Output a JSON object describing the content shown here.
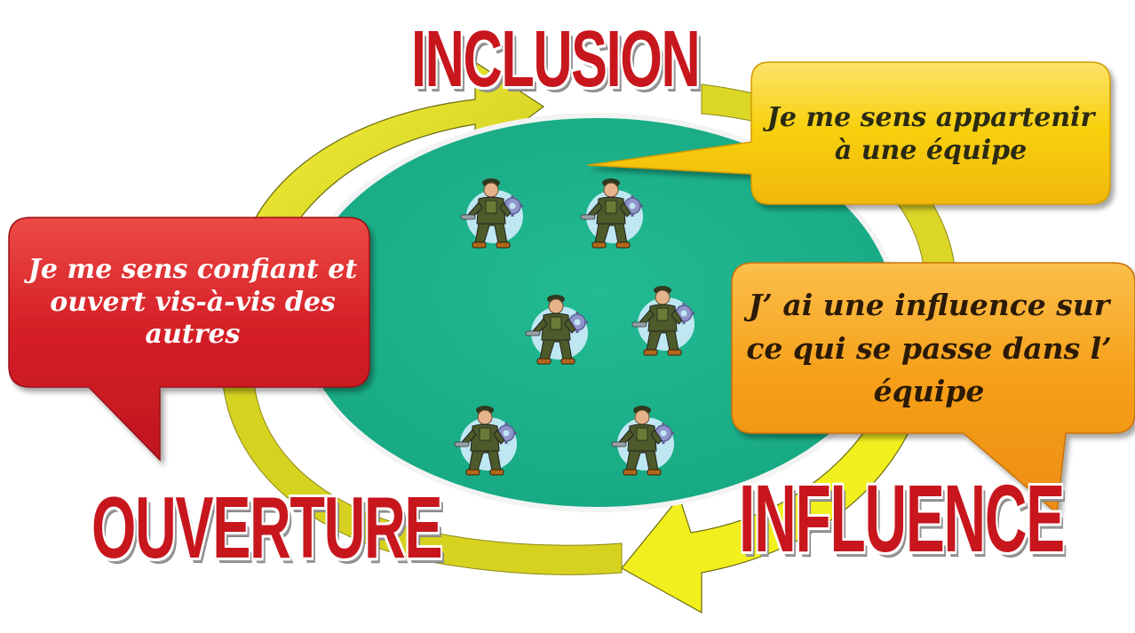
{
  "diagram": {
    "labels": {
      "inclusion": "INCLUSION",
      "ouverture": "OUVERTURE",
      "influence": "INFLUENCE"
    },
    "bubbles": {
      "belong": {
        "text": "Je me sens appartenir à une équipe",
        "color": "#f7cd0c"
      },
      "open": {
        "text": "Je me sens confiant et ouvert vis-à-vis des autres",
        "color": "#d62027"
      },
      "influence": {
        "text": "J’ ai une influence sur ce qui se passe dans l’ équipe",
        "color": "#f6a01a"
      }
    },
    "center_ellipse_color": "#1fb78f",
    "arrow_color": "#f2ef1e",
    "label_color": "#c8161d",
    "workers": [
      {
        "icon": "mechanic-worker-icon"
      },
      {
        "icon": "mechanic-worker-icon"
      },
      {
        "icon": "mechanic-worker-icon"
      },
      {
        "icon": "mechanic-worker-icon"
      },
      {
        "icon": "mechanic-worker-icon"
      },
      {
        "icon": "mechanic-worker-icon"
      }
    ]
  }
}
